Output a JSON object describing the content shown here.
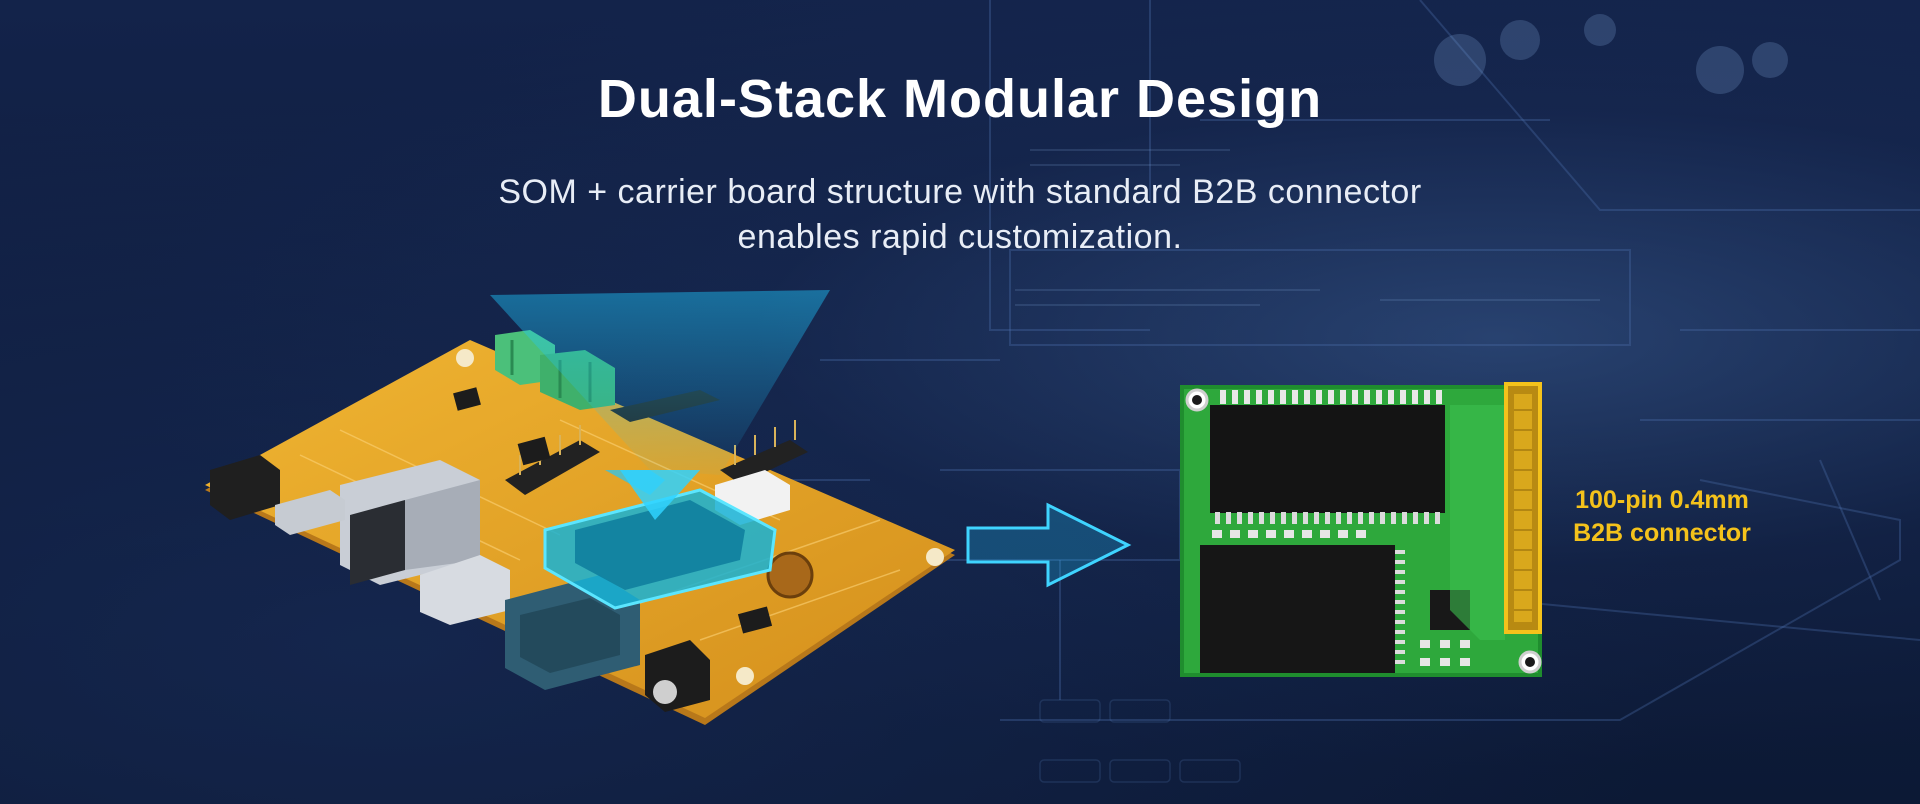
{
  "heading": "Dual-Stack Modular Design",
  "subheading": {
    "line1": "SOM + carrier board structure with standard B2B connector",
    "line2": "enables rapid customization."
  },
  "callout": {
    "line1": "100-pin 0.4mm",
    "line2": "B2B connector"
  },
  "colors": {
    "background": "#0f1d3a",
    "heading": "#ffffff",
    "callout": "#f4c21b",
    "highlight": "#1ec8ff",
    "carrier_board": "#e8a928",
    "som_board": "#3aa844"
  },
  "icons": {
    "arrow": "arrow-right-icon"
  }
}
